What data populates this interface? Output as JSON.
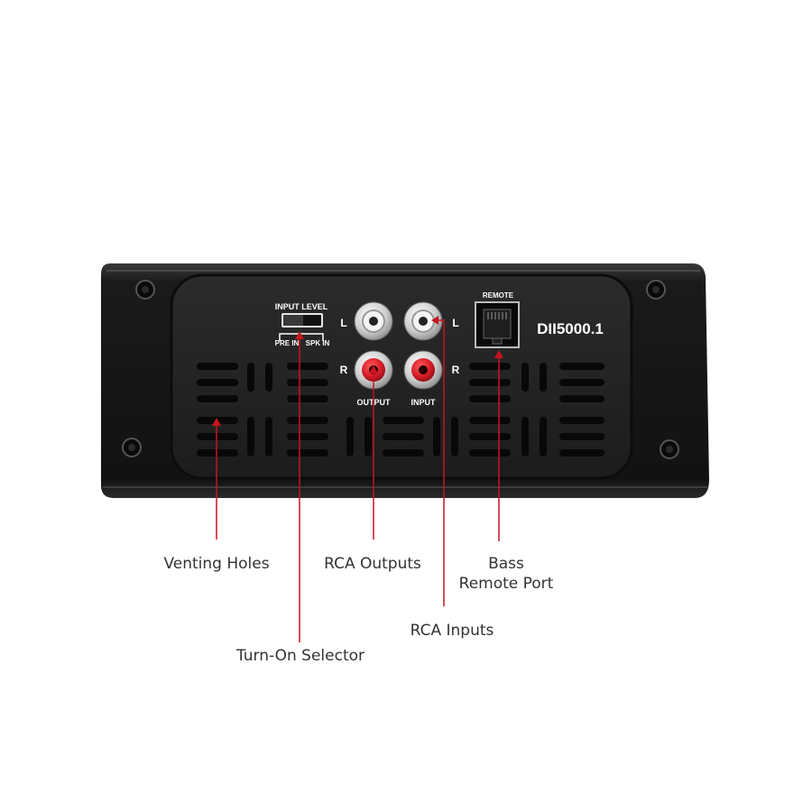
{
  "panel": {
    "model": "DII5000.1",
    "input_level_label": "INPUT LEVEL",
    "pre_in_label": "PRE IN",
    "spk_in_label": "SPK IN",
    "output_label": "OUTPUT",
    "input_label": "INPUT",
    "remote_label": "REMOTE",
    "left_label": "L",
    "right_label": "R"
  },
  "callouts": {
    "venting_holes": "Venting Holes",
    "turn_on_selector": "Turn-On Selector",
    "rca_outputs": "RCA Outputs",
    "rca_inputs": "RCA Inputs",
    "bass_remote_port_line1": "Bass",
    "bass_remote_port_line2": "Remote Port"
  },
  "colors": {
    "chassis": "#141414",
    "panel": "#232323",
    "callout_line": "#c8141e",
    "rca_red": "#d81e2a",
    "rca_silver": "#d9d9d9",
    "label_text": "#333333"
  }
}
